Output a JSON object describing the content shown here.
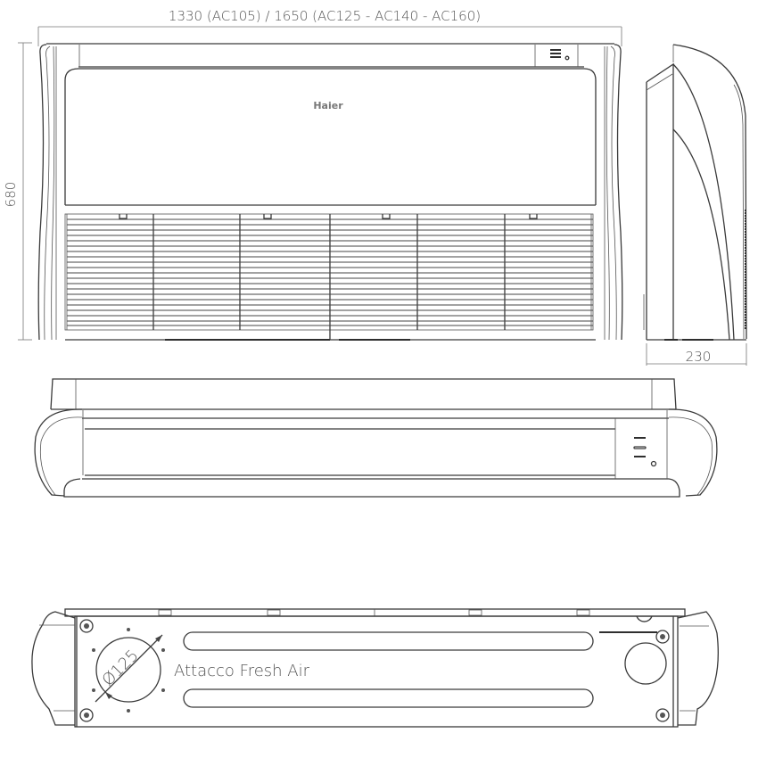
{
  "drawing": {
    "width_dimension": "1330 (AC105) / 1650 (AC125 - AC140 - AC160)",
    "height_dimension": "680",
    "depth_dimension": "230",
    "brand_logo": "Haier",
    "duct_diameter": "Ø125",
    "fresh_air_label": "Attacco Fresh Air",
    "colors": {
      "line": "#3a3a3a",
      "dimension_line": "#777777",
      "text": "#555555",
      "background": "#ffffff"
    },
    "views": [
      {
        "name": "front-view"
      },
      {
        "name": "side-view"
      },
      {
        "name": "bottom-view"
      },
      {
        "name": "top-view"
      }
    ]
  }
}
